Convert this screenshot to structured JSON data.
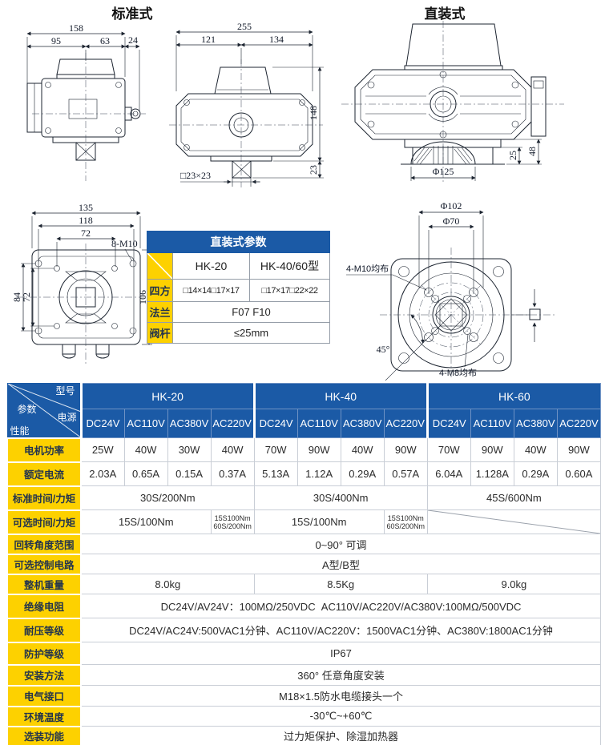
{
  "titles": {
    "standard": "标准式",
    "direct": "直装式"
  },
  "drawing_a": {
    "d158": "158",
    "d95": "95",
    "d63": "63",
    "d24": "24"
  },
  "drawing_b": {
    "d255": "255",
    "d121": "121",
    "d134": "134",
    "d148": "148",
    "d23": "23",
    "shaft": "□23×23"
  },
  "drawing_c": {
    "d125": "Φ125",
    "d25": "25",
    "d48": "48"
  },
  "drawing_d": {
    "d135": "135",
    "d118": "118",
    "d72a": "72",
    "bolt": "8-M10",
    "d84": "84",
    "d72b": "72",
    "d106": "106"
  },
  "drawing_e": {
    "d102": "Φ102",
    "d70": "Φ70",
    "bolt_m10": "4-M10均布",
    "angle": "45°",
    "bolt_m8": "4-M8均布"
  },
  "direct_table": {
    "title": "直装式参数",
    "col_hk20": "HK-20",
    "col_hk4060": "HK-40/60型",
    "row_square": {
      "label": "四方",
      "hk20": "□14×14□17×17",
      "hk4060": "□17×17□22×22"
    },
    "row_flange": {
      "label": "法兰",
      "value": "F07 F10"
    },
    "row_stem": {
      "label": "阀杆",
      "value": "≤25mm"
    }
  },
  "spec_table": {
    "corner": {
      "model": "型号",
      "param": "参数",
      "power": "电源",
      "perf": "性能"
    },
    "models": [
      "HK-20",
      "HK-40",
      "HK-60"
    ],
    "voltages": [
      "DC24V",
      "AC110V",
      "AC380V",
      "AC220V"
    ],
    "rows": {
      "motor_power": {
        "label": "电机功率",
        "values": [
          "25W",
          "40W",
          "30W",
          "40W",
          "70W",
          "90W",
          "40W",
          "90W",
          "70W",
          "90W",
          "40W",
          "90W"
        ]
      },
      "rated_current": {
        "label": "额定电流",
        "values": [
          "2.03A",
          "0.65A",
          "0.15A",
          "0.37A",
          "5.13A",
          "1.12A",
          "0.29A",
          "0.57A",
          "6.04A",
          "1.128A",
          "0.29A",
          "0.60A"
        ]
      },
      "std_time_torque": {
        "label": "标准时间/力矩",
        "values": [
          "30S/200Nm",
          "30S/400Nm",
          "45S/600Nm"
        ]
      },
      "opt_time_torque": {
        "label": "可选时间/力矩",
        "main": "15S/100Nm",
        "alt1": "15S100Nm",
        "alt2": "60S/200Nm"
      },
      "angle_range": {
        "label": "回转角度范围",
        "value": "0~90° 可调"
      },
      "control_circuit": {
        "label": "可选控制电路",
        "value": "A型/B型"
      },
      "weight": {
        "label": "整机重量",
        "values": [
          "8.0kg",
          "8.5Kg",
          "9.0kg"
        ]
      },
      "insulation": {
        "label": "绝缘电阻",
        "value": "DC24V/AV24V：100MΩ/250VDC  AC110V/AC220V/AC380V:100MΩ/500VDC"
      },
      "withstand": {
        "label": "耐压等级",
        "value": "DC24V/AC24V:500VAC1分钟、AC110V/AC220V：1500VAC1分钟、AC380V:1800AC1分钟"
      },
      "protection": {
        "label": "防护等级",
        "value": "IP67"
      },
      "mounting": {
        "label": "安装方法",
        "value": "360° 任意角度安装"
      },
      "electrical": {
        "label": "电气接口",
        "value": "M18×1.5防水电缆接头一个"
      },
      "temperature": {
        "label": "环境温度",
        "value": "-30℃~+60℃"
      },
      "optional": {
        "label": "选装功能",
        "value": "过力矩保护、除湿加热器"
      }
    }
  },
  "colors": {
    "header_blue": "#1b5aa6",
    "label_yellow": "#fdd100"
  }
}
